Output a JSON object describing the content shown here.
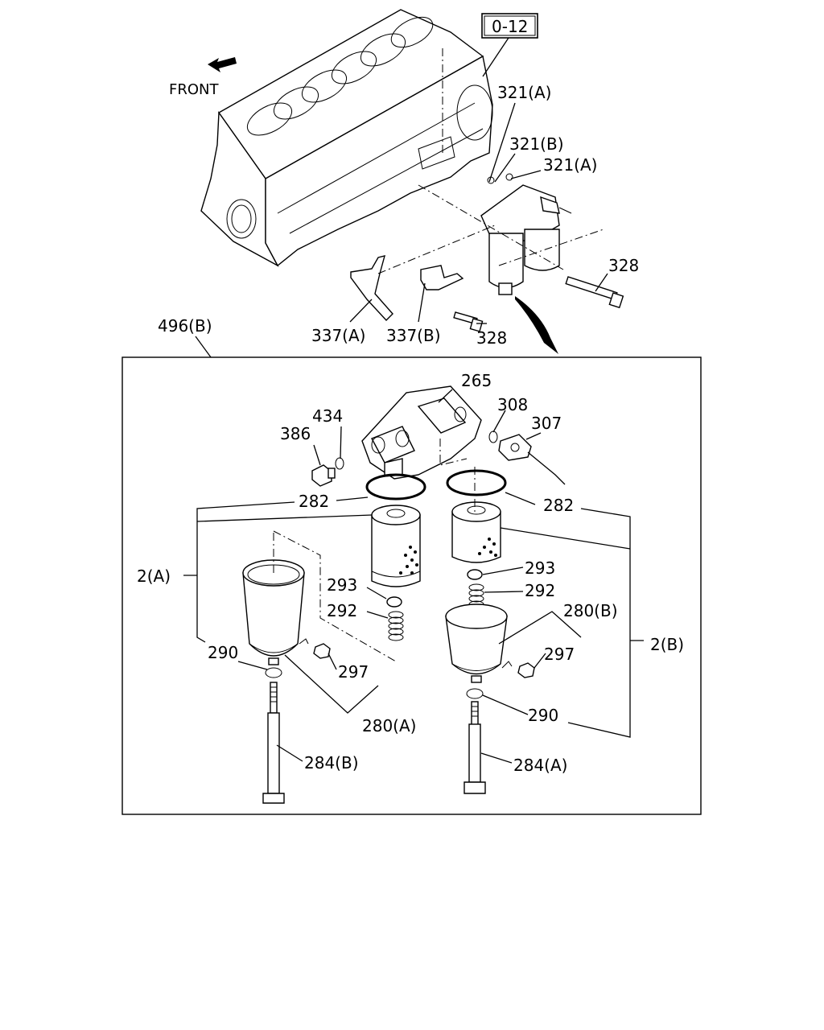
{
  "ref_box": "0-12",
  "front_label": "FRONT",
  "group_label": "496(B)",
  "labels": {
    "l321a_top": "321(A)",
    "l321b": "321(B)",
    "l321a_mid": "321(A)",
    "l328_right": "328",
    "l337a": "337(A)",
    "l337b": "337(B)",
    "l328_bottom": "328",
    "l265": "265",
    "l308": "308",
    "l307": "307",
    "l434": "434",
    "l386": "386",
    "l282_left": "282",
    "l282_right": "282",
    "l2a": "2(A)",
    "l2b": "2(B)",
    "l293_left": "293",
    "l292_left": "292",
    "l293_right": "293",
    "l292_right": "292",
    "l280b": "280(B)",
    "l290_left": "290",
    "l297_left": "297",
    "l297_right": "297",
    "l280a": "280(A)",
    "l290_right": "290",
    "l284b": "284(B)",
    "l284a": "284(A)"
  }
}
